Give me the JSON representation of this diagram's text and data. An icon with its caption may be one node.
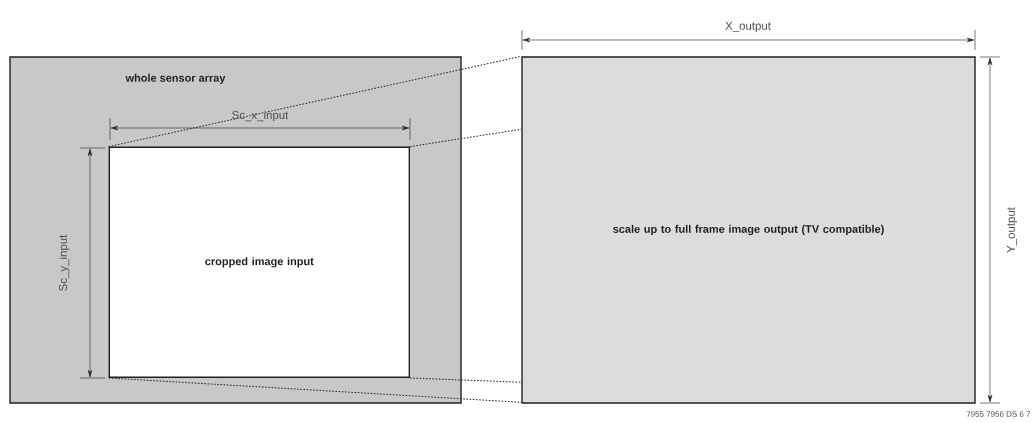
{
  "diagram": {
    "nodes": [
      {
        "text": [
          "whole sensor array"
        ]
      },
      {
        "text": [
          "cropped image input"
        ],
        "in": 0
      },
      {
        "text": [
          "scale up to full frame image output (TV compatible)"
        ]
      }
    ],
    "edges": [
      {
        "from": 1,
        "to": 2,
        "arrow": "none",
        "style": "dashed"
      },
      {
        "from": 1,
        "to": 2,
        "arrow": "none",
        "style": "dashed"
      },
      {
        "from": 1,
        "to": 2,
        "arrow": "none",
        "style": "dashed"
      },
      {
        "from": 1,
        "to": 2,
        "arrow": "none",
        "style": "dashed"
      }
    ],
    "labels": [
      "X_output",
      "Sc_x_input",
      "Sc_y_input",
      "Y_output",
      "7955 7956 DS 6 7"
    ]
  }
}
